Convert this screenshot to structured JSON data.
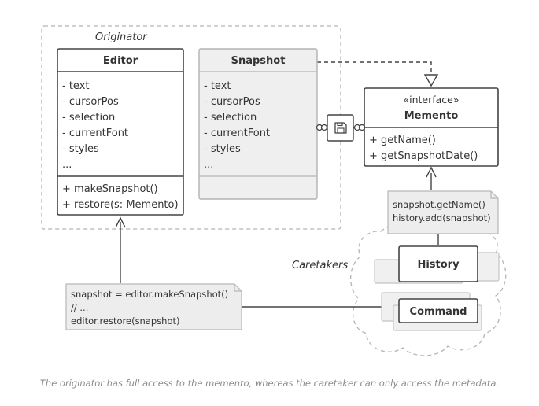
{
  "originator_group": {
    "label": "Originator"
  },
  "caretakers_group": {
    "label": "Caretakers"
  },
  "editor": {
    "title": "Editor",
    "fields": [
      "- text",
      "- cursorPos",
      "- selection",
      "- currentFont",
      "- styles",
      "..."
    ],
    "methods": [
      "+ makeSnapshot()",
      "+ restore(s: Memento)"
    ]
  },
  "snapshot": {
    "title": "Snapshot",
    "fields": [
      "- text",
      "- cursorPos",
      "- selection",
      "- currentFont",
      "- styles",
      "..."
    ]
  },
  "memento": {
    "stereotype": "«interface»",
    "title": "Memento",
    "methods": [
      "+ getName()",
      "+ getSnapshotDate()"
    ]
  },
  "note_caretaker": {
    "lines": [
      "snapshot.getName()",
      "history.add(snapshot)"
    ]
  },
  "note_editor": {
    "lines": [
      "snapshot = editor.makeSnapshot()",
      "// ...",
      "editor.restore(snapshot)"
    ]
  },
  "history": {
    "title": "History"
  },
  "command": {
    "title": "Command"
  },
  "nesting_icon": "floppy-disk-icon",
  "caption": "The originator has full access to the memento, whereas the caretaker can only access the metadata."
}
